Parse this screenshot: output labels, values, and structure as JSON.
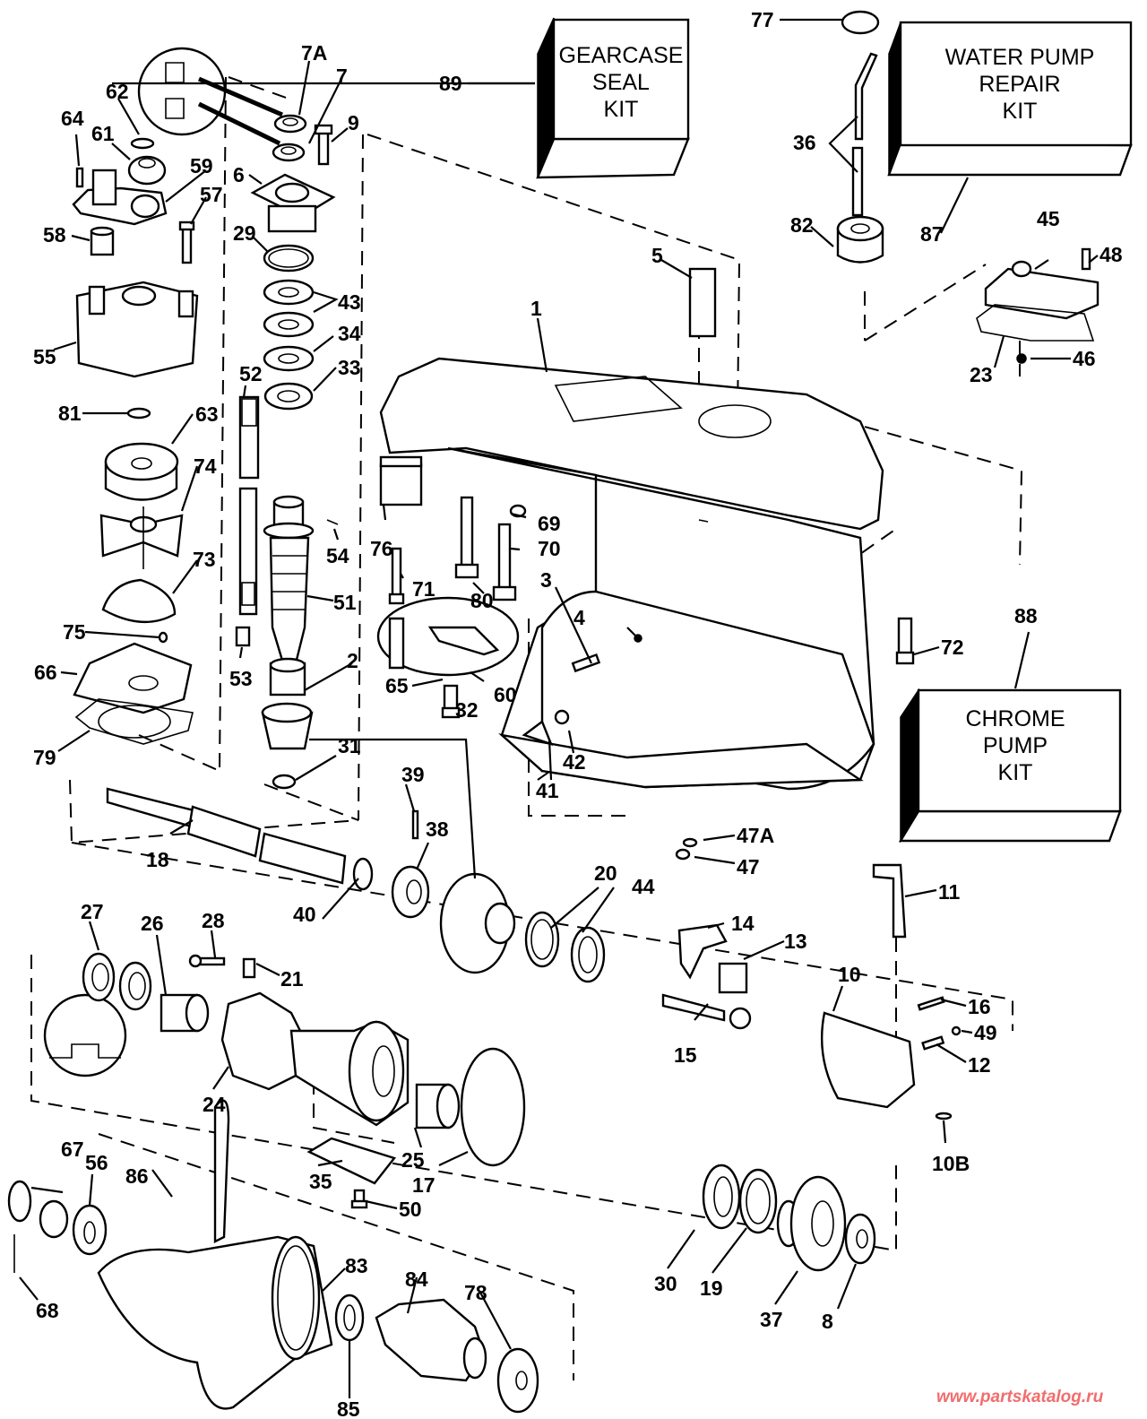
{
  "diagram": {
    "title": "Gearcase exploded parts diagram",
    "kits": [
      {
        "callout": "89",
        "lines": [
          "GEARCASE",
          "SEAL",
          "KIT"
        ]
      },
      {
        "callout": "87",
        "lines": [
          "WATER PUMP",
          "REPAIR",
          "KIT"
        ]
      },
      {
        "callout": "88",
        "lines": [
          "CHROME",
          "PUMP",
          "KIT"
        ]
      }
    ],
    "callouts": {
      "c1": "1",
      "c2": "2",
      "c3": "3",
      "c4": "4",
      "c5": "5",
      "c6": "6",
      "c7": "7",
      "c7A": "7A",
      "c8": "8",
      "c9": "9",
      "c10": "10",
      "c10B": "10B",
      "c11": "11",
      "c12": "12",
      "c13": "13",
      "c14": "14",
      "c15": "15",
      "c16": "16",
      "c17": "17",
      "c18": "18",
      "c19": "19",
      "c20": "20",
      "c21": "21",
      "c23": "23",
      "c24": "24",
      "c25": "25",
      "c26": "26",
      "c27": "27",
      "c28": "28",
      "c29": "29",
      "c30": "30",
      "c31": "31",
      "c32": "32",
      "c33": "33",
      "c34": "34",
      "c35": "35",
      "c36": "36",
      "c37": "37",
      "c38": "38",
      "c39": "39",
      "c40": "40",
      "c41": "41",
      "c42": "42",
      "c43": "43",
      "c44": "44",
      "c45": "45",
      "c46": "46",
      "c47": "47",
      "c47A": "47A",
      "c48": "48",
      "c49": "49",
      "c50": "50",
      "c51": "51",
      "c52": "52",
      "c53": "53",
      "c54": "54",
      "c55": "55",
      "c56": "56",
      "c57": "57",
      "c58": "58",
      "c59": "59",
      "c60": "60",
      "c61": "61",
      "c62": "62",
      "c63": "63",
      "c64": "64",
      "c65": "65",
      "c66": "66",
      "c67": "67",
      "c68": "68",
      "c69": "69",
      "c70": "70",
      "c71": "71",
      "c72": "72",
      "c73": "73",
      "c74": "74",
      "c75": "75",
      "c76": "76",
      "c77": "77",
      "c78": "78",
      "c79": "79",
      "c80": "80",
      "c81": "81",
      "c82": "82",
      "c83": "83",
      "c84": "84",
      "c85": "85",
      "c86": "86",
      "c87": "87",
      "c88": "88",
      "c89": "89"
    }
  },
  "watermark": {
    "text": "www.partskatalog.ru",
    "color": "#f26d6d"
  }
}
